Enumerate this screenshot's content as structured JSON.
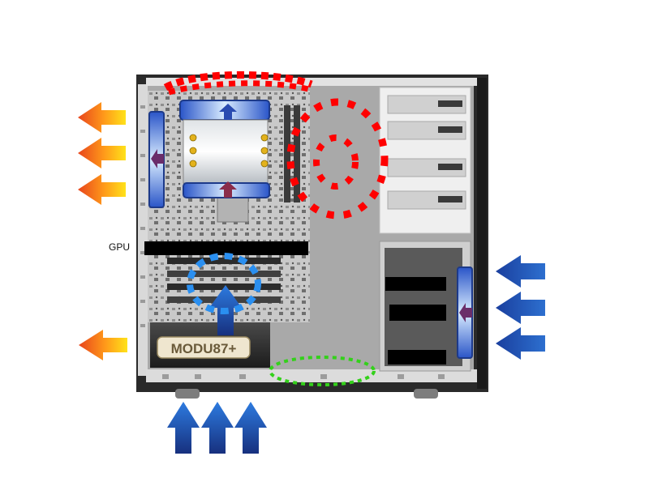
{
  "labels": {
    "gpu": "GPU",
    "psu_brand": "MODU87+"
  },
  "airflow": {
    "intake_color": "#1a3f9e",
    "exhaust_color": "#e8451c",
    "exhaust_tip_color": "#ffe21a",
    "hot_zone_color": "#ff0000",
    "gpu_zone_color": "#2a8ff0",
    "bottom_zone_color": "#33d11a",
    "intake_right_count": 3,
    "intake_bottom_count": 3,
    "exhaust_left_count": 4
  },
  "icons": {
    "intake_arrow": "arrow-left-blue-icon",
    "bottom_intake_arrow": "arrow-up-blue-icon",
    "exhaust_arrow": "arrow-left-orange-icon",
    "fan": "fan-icon"
  }
}
